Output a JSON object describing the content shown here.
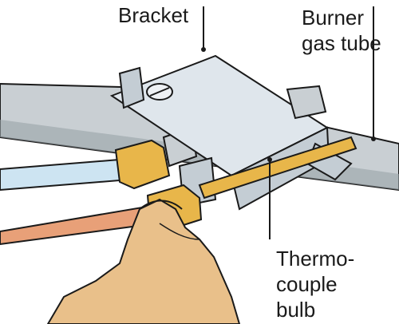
{
  "labels": {
    "bracket": "Bracket",
    "burner_gas_tube": [
      "Burner",
      "gas tube"
    ],
    "thermocouple_bulb": [
      "Thermo-",
      "couple",
      "bulb"
    ]
  },
  "colors": {
    "pipe": "#c9cfd3",
    "pipe_shadow": "#9aa3a9",
    "bracket": "#dfe6ec",
    "brass": "#e8b64a",
    "copper": "#e8a078",
    "blue_tube": "#cde4f2",
    "skin": "#e9c08a",
    "outline": "#1a1a1a"
  }
}
